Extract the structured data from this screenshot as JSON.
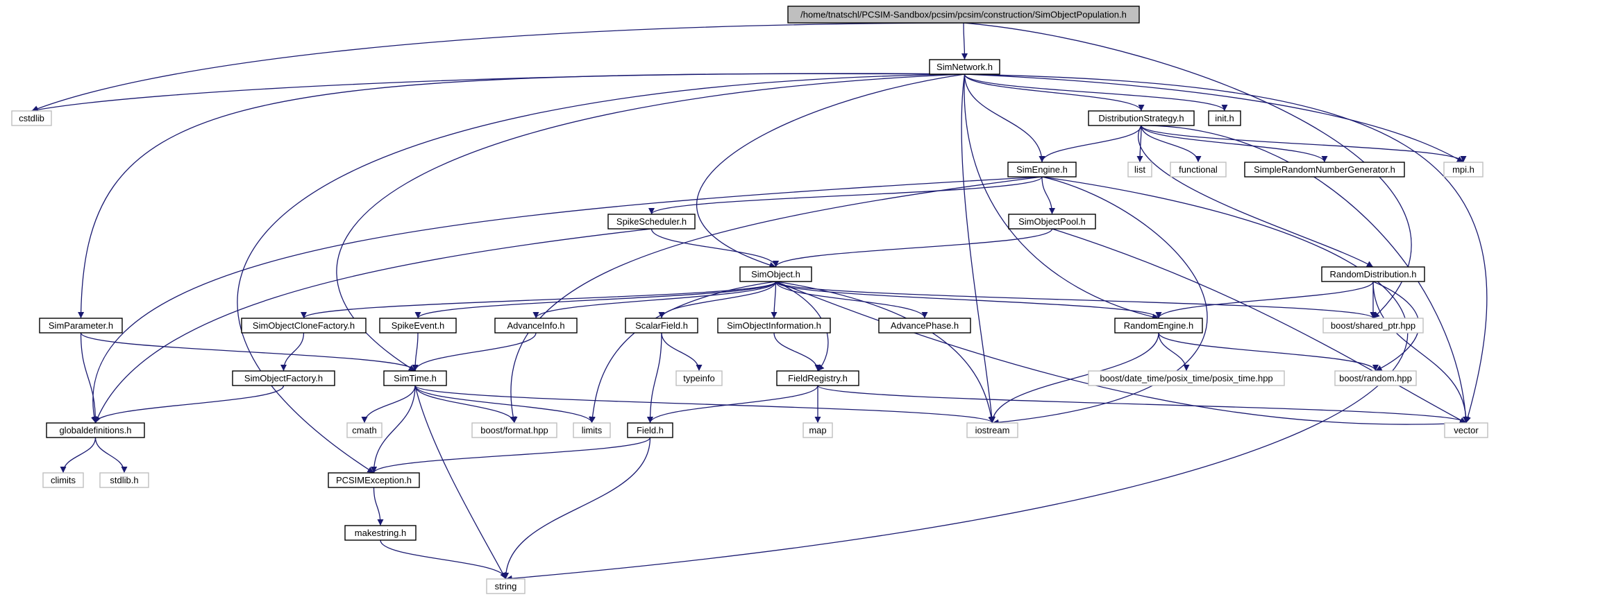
{
  "colors": {
    "edge": "#191970",
    "root_fill": "#bfbfbf",
    "external_border": "#bfbfbf",
    "internal_border": "#000000"
  },
  "nodes": {
    "root": "/home/tnatschl/PCSIM-Sandbox/pcsim/pcsim/construction/SimObjectPopulation.h",
    "simnetwork": "SimNetwork.h",
    "cstdlib": "cstdlib",
    "distributionstrategy": "DistributionStrategy.h",
    "init": "init.h",
    "simengine": "SimEngine.h",
    "list": "list",
    "functional": "functional",
    "simplerng": "SimpleRandomNumberGenerator.h",
    "mpi": "mpi.h",
    "spikescheduler": "SpikeScheduler.h",
    "simobjectpool": "SimObjectPool.h",
    "randomdistribution": "RandomDistribution.h",
    "simobject": "SimObject.h",
    "simparameter": "SimParameter.h",
    "clonefactory": "SimObjectCloneFactory.h",
    "spikeevent": "SpikeEvent.h",
    "advanceinfo": "AdvanceInfo.h",
    "scalarfield": "ScalarField.h",
    "simobjectinfo": "SimObjectInformation.h",
    "advancephase": "AdvancePhase.h",
    "randomengine": "RandomEngine.h",
    "sharedptr": "boost/shared_ptr.hpp",
    "simobjectfactory": "SimObjectFactory.h",
    "simtime": "SimTime.h",
    "typeinfo": "typeinfo",
    "fieldregistry": "FieldRegistry.h",
    "posixtime": "boost/date_time/posix_time/posix_time.hpp",
    "boostrandom": "boost/random.hpp",
    "globaldefs": "globaldefinitions.h",
    "cmath": "cmath",
    "boostformat": "boost/format.hpp",
    "limits": "limits",
    "field": "Field.h",
    "map": "map",
    "iostream": "iostream",
    "vector": "vector",
    "climits": "climits",
    "stdlib": "stdlib.h",
    "pcsimexception": "PCSIMException.h",
    "makestring": "makestring.h",
    "string": "string"
  }
}
